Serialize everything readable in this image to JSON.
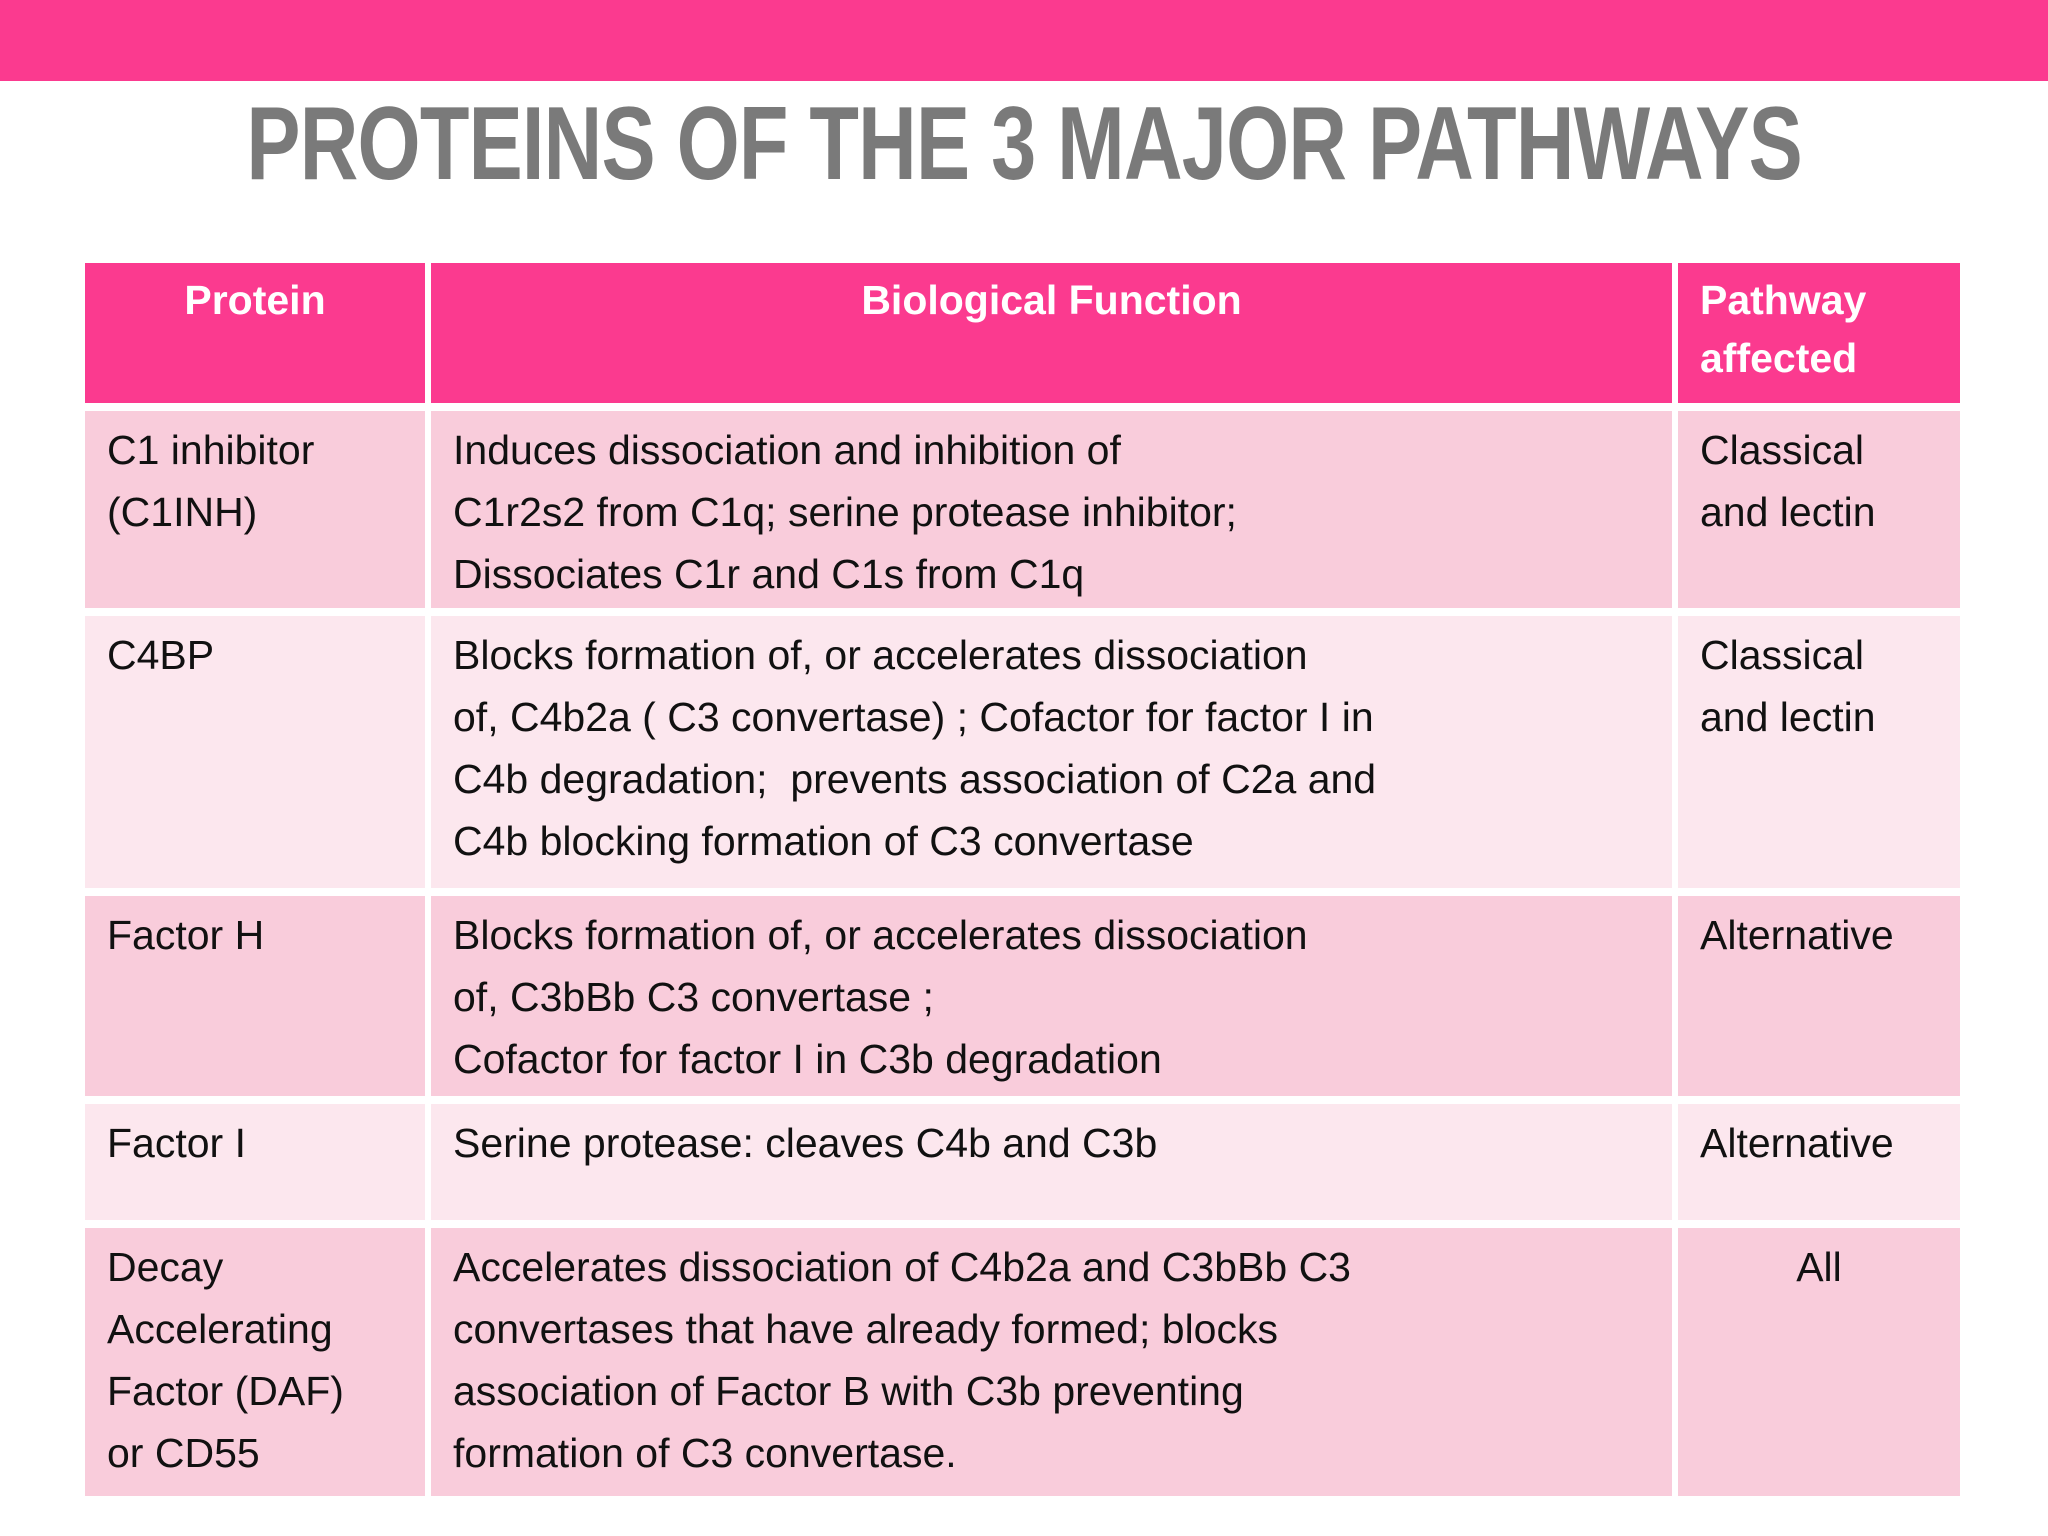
{
  "title": "PROTEINS OF THE 3 MAJOR PATHWAYS",
  "colors": {
    "accent_pink": "#fb3a8f",
    "row_pink_dark": "#f9ccdb",
    "row_pink_light": "#fce7ee",
    "title_gray": "#7a7a7a",
    "header_text": "#ffffff",
    "body_text": "#111111"
  },
  "table": {
    "headers": {
      "protein": "Protein",
      "function": "Biological Function",
      "pathway": "Pathway\naffected"
    },
    "rows": [
      {
        "protein": "C1 inhibitor\n(C1INH)",
        "function": "Induces dissociation and inhibition of\nC1r2s2 from C1q; serine protease inhibitor;\nDissociates C1r and C1s from C1q",
        "pathway": "Classical\nand lectin"
      },
      {
        "protein": "C4BP",
        "function": "Blocks formation of, or accelerates dissociation\nof, C4b2a ( C3 convertase) ; Cofactor for factor I in\nC4b degradation;  prevents association of C2a and\nC4b blocking formation of C3 convertase",
        "pathway": "Classical\nand lectin"
      },
      {
        "protein": "Factor H",
        "function": "Blocks formation of, or accelerates dissociation\nof, C3bBb C3 convertase ;\nCofactor for factor I in C3b degradation",
        "pathway": "Alternative"
      },
      {
        "protein": "Factor I",
        "function": "Serine protease: cleaves C4b and C3b",
        "pathway": "Alternative"
      },
      {
        "protein": "Decay\nAccelerating\nFactor (DAF)\nor CD55",
        "function": "Accelerates dissociation of C4b2a and C3bBb C3\nconvertases that have already formed; blocks\nassociation of Factor B with C3b preventing\nformation of C3 convertase.",
        "pathway": "All"
      }
    ]
  }
}
